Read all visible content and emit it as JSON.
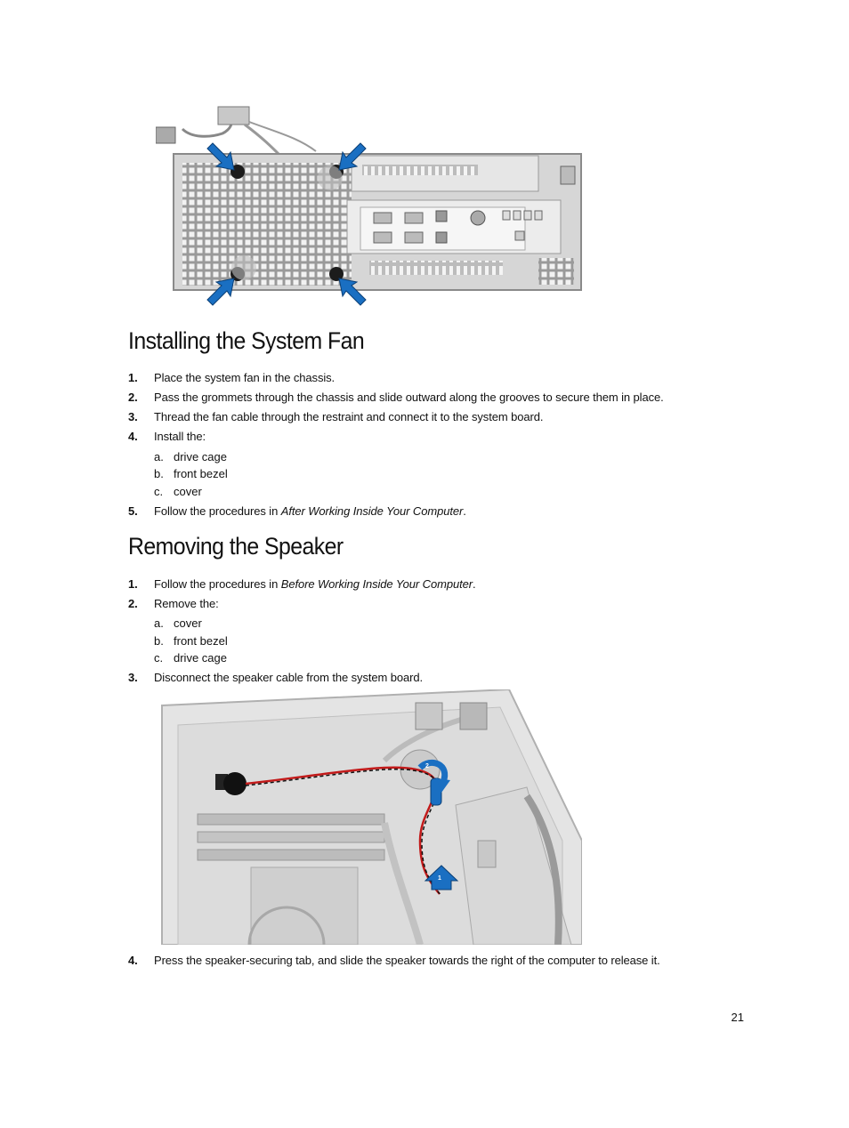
{
  "section1": {
    "title": "Installing the System Fan",
    "steps": [
      {
        "num": "1.",
        "text": "Place the system fan in the chassis."
      },
      {
        "num": "2.",
        "text": "Pass the grommets through the chassis and slide outward along the grooves to secure them in place."
      },
      {
        "num": "3.",
        "text": "Thread the fan cable through the restraint and connect it to the system board."
      },
      {
        "num": "4.",
        "text": "Install the:"
      },
      {
        "num": "5.",
        "text": "Follow the procedures in ",
        "ref": "After Working Inside Your Computer",
        "tail": "."
      }
    ],
    "substeps": [
      {
        "letter": "a.",
        "text": "drive cage"
      },
      {
        "letter": "b.",
        "text": "front bezel"
      },
      {
        "letter": "c.",
        "text": "cover"
      }
    ]
  },
  "section2": {
    "title": "Removing the Speaker",
    "steps": [
      {
        "num": "1.",
        "text": "Follow the procedures in ",
        "ref": "Before Working Inside Your Computer",
        "tail": "."
      },
      {
        "num": "2.",
        "text": "Remove the:"
      },
      {
        "num": "3.",
        "text": "Disconnect the speaker cable from the system board."
      },
      {
        "num": "4.",
        "text": "Press the speaker-securing tab, and slide the speaker towards the right of the computer to release it."
      }
    ],
    "substeps": [
      {
        "letter": "a.",
        "text": "cover"
      },
      {
        "letter": "b.",
        "text": "front bezel"
      },
      {
        "letter": "c.",
        "text": "drive cage"
      }
    ]
  },
  "figure2_labels": {
    "callout1": "1",
    "callout2": "2"
  },
  "page_number": "21",
  "colors": {
    "arrow_blue": "#1a6fc2",
    "chassis_gray": "#d4d4d4"
  }
}
